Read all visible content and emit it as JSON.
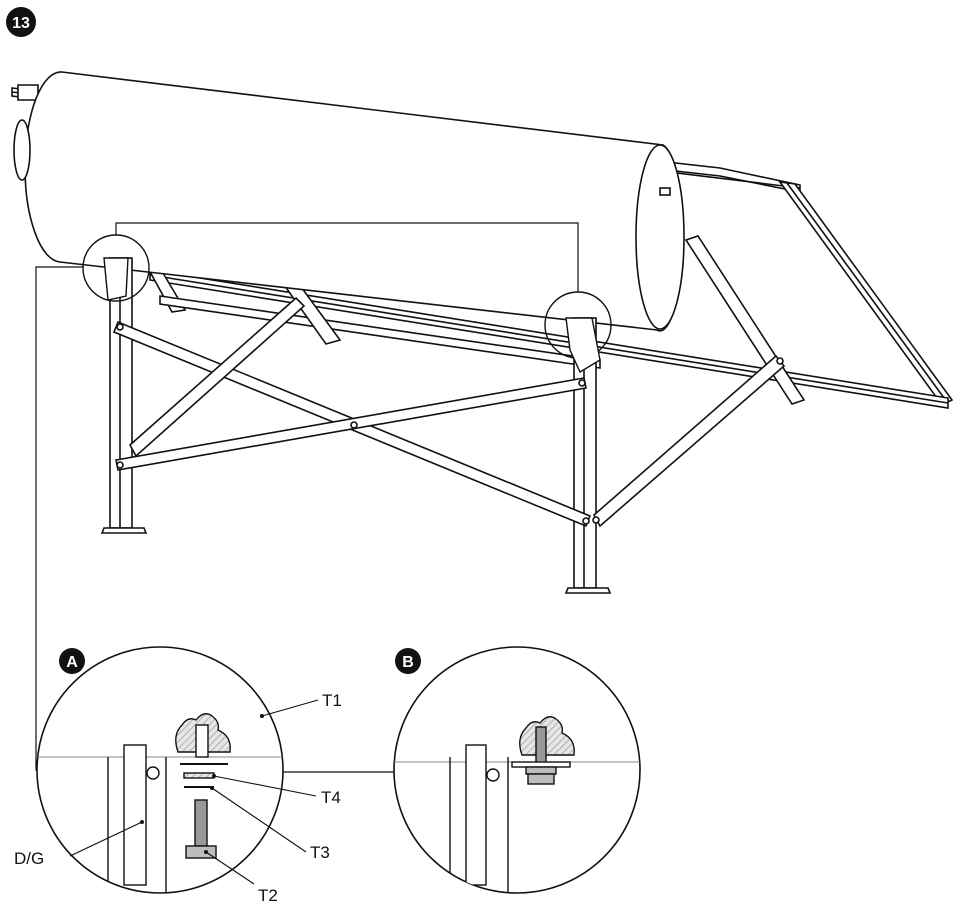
{
  "step": {
    "number": "13"
  },
  "callouts": {
    "a": {
      "badge": "A"
    },
    "b": {
      "badge": "B"
    }
  },
  "labels": {
    "t1": "T1",
    "t2": "T2",
    "t3": "T3",
    "t4": "T4",
    "dg": "D/G"
  },
  "colors": {
    "line": "#111111",
    "fill": "#ffffff",
    "hatch": "#bdbdbd",
    "bolt": "#999999",
    "badge": "#111111"
  }
}
